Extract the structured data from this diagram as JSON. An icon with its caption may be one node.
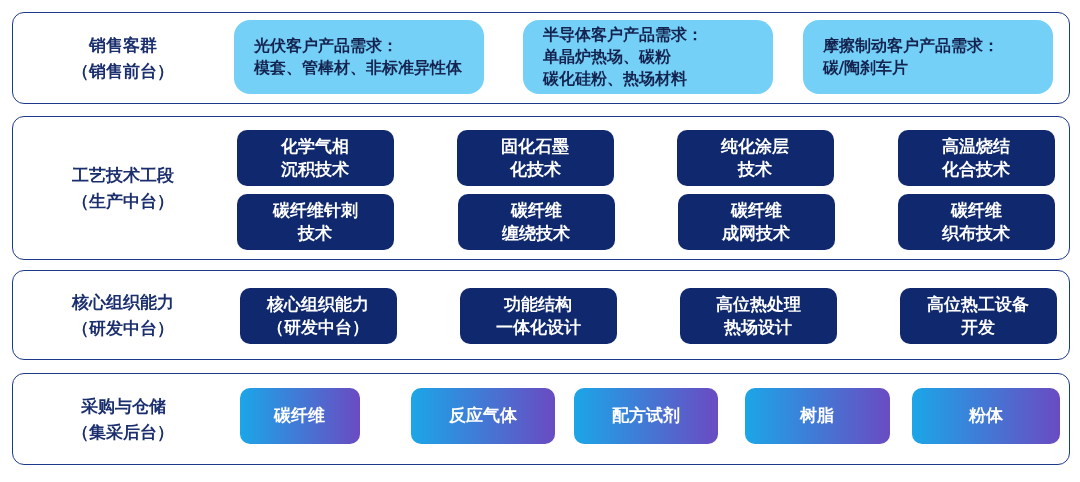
{
  "diagram": {
    "nodes": [
      {
        "text": [
          "销售客群",
          "（销售前台）"
        ]
      },
      {
        "text": [
          "光伏客户产品需求：",
          "模套、管棒材、非标准异性体"
        ],
        "in": 0
      },
      {
        "text": [
          "半导体客户产品需求：",
          "单晶炉热场、碳粉碳化硅粉、热场材料"
        ],
        "in": 0
      },
      {
        "text": [
          "摩擦制动客户产品需求：",
          "碳/陶刹车片"
        ],
        "in": 0
      },
      {
        "text": [
          "工艺技术工段",
          "（生产中台）"
        ]
      },
      {
        "text": [
          "化学气相沉积技术"
        ],
        "in": 4
      },
      {
        "text": [
          "固化石墨化技术"
        ],
        "in": 4
      },
      {
        "text": [
          "纯化涂层技术"
        ],
        "in": 4
      },
      {
        "text": [
          "高温烧结化合技术"
        ],
        "in": 4
      },
      {
        "text": [
          "碳纤维针刺技术"
        ],
        "in": 4
      },
      {
        "text": [
          "碳纤维缠绕技术"
        ],
        "in": 4
      },
      {
        "text": [
          "碳纤维成网技术"
        ],
        "in": 4
      },
      {
        "text": [
          "碳纤维织布技术"
        ],
        "in": 4
      },
      {
        "text": [
          "核心组织能力",
          "（研发中台）"
        ]
      },
      {
        "text": [
          "核心组织能力（研发中台）"
        ],
        "in": 13
      },
      {
        "text": [
          "功能结构一体化设计"
        ],
        "in": 13
      },
      {
        "text": [
          "高位热处理热场设计"
        ],
        "in": 13
      },
      {
        "text": [
          "高位热工设备开发"
        ],
        "in": 13
      },
      {
        "text": [
          "采购与仓储",
          "（集采后台）"
        ]
      },
      {
        "text": [
          "碳纤维"
        ],
        "in": 18
      },
      {
        "text": [
          "反应气体"
        ],
        "in": 18
      },
      {
        "text": [
          "配方试剂"
        ],
        "in": 18
      },
      {
        "text": [
          "树脂"
        ],
        "in": 18
      },
      {
        "text": [
          "粉体"
        ],
        "in": 18
      }
    ]
  }
}
